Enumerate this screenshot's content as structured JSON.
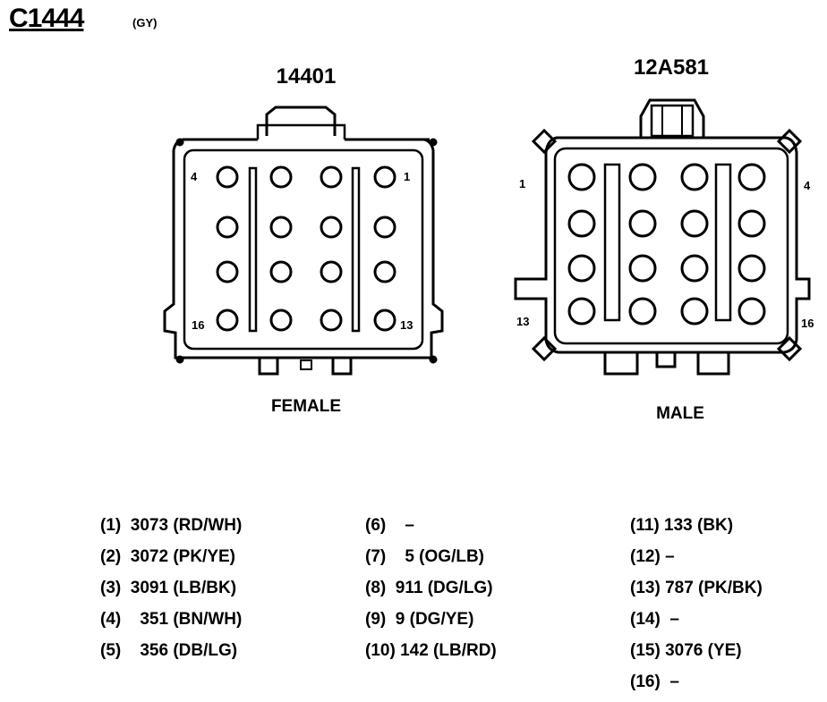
{
  "connector": {
    "id": "C1444",
    "color": "(GY)"
  },
  "female": {
    "part_number": "14401",
    "label": "FEMALE",
    "pin_labels": {
      "top_left": "4",
      "top_right": "1",
      "bottom_left": "16",
      "bottom_right": "13"
    }
  },
  "male": {
    "part_number": "12A581",
    "label": "MALE",
    "pin_labels": {
      "top_left": "1",
      "top_right": "4",
      "bottom_left": "13",
      "bottom_right": "16"
    }
  },
  "pins": [
    [
      "(1)  3073 (RD/WH)",
      "(2)  3072 (PK/YE)",
      "(3)  3091 (LB/BK)",
      "(4)    351 (BN/WH)",
      "(5)    356 (DB/LG)"
    ],
    [
      "(6)    –",
      "(7)    5 (OG/LB)",
      "(8)  911 (DG/LG)",
      "(9)  9 (DG/YE)",
      "(10) 142 (LB/RD)"
    ],
    [
      "(11) 133 (BK)",
      "(12) –",
      "(13) 787 (PK/BK)",
      "(14)  –",
      "(15) 3076 (YE)",
      "(16)  –"
    ]
  ]
}
